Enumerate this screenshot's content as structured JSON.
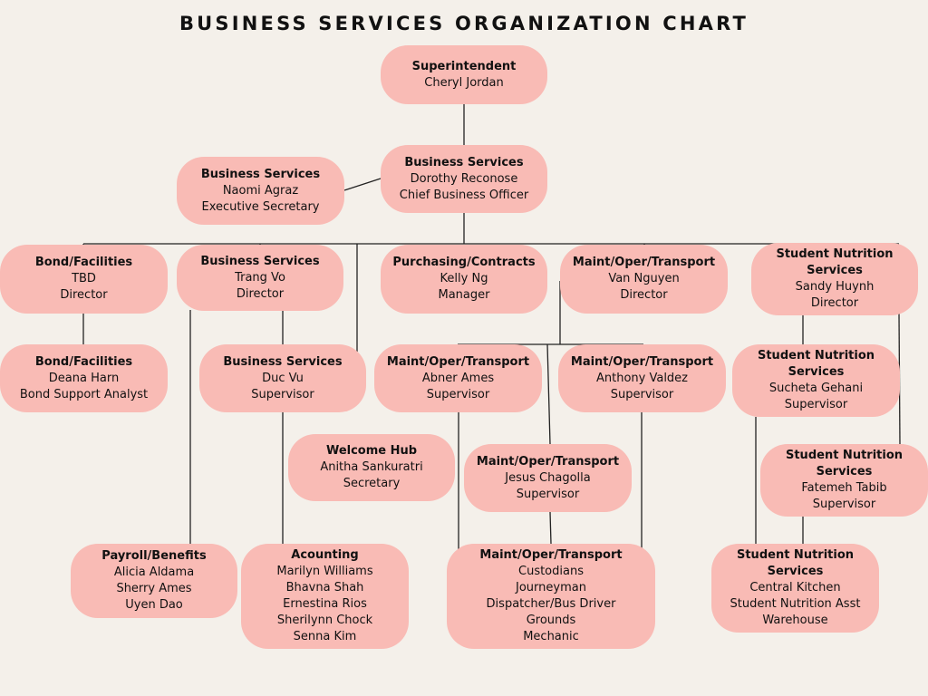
{
  "title": "BUSINESS SERVICES ORGANIZATION CHART",
  "colors": {
    "node_fill": "#f9bbb5",
    "background": "#f4f0ea",
    "line": "#222222"
  },
  "nodes": {
    "superintendent": {
      "title": "Superintendent",
      "lines": [
        "Cheryl Jordan"
      ]
    },
    "cbo": {
      "title": "Business Services",
      "lines": [
        "Dorothy Reconose",
        "Chief Business Officer"
      ]
    },
    "exec_sec": {
      "title": "Business Services",
      "lines": [
        "Naomi Agraz",
        "Executive Secretary"
      ]
    },
    "bond_dir": {
      "title": "Bond/Facilities",
      "lines": [
        "TBD",
        "Director"
      ]
    },
    "bs_dir": {
      "title": "Business Services",
      "lines": [
        "Trang Vo",
        "Director"
      ]
    },
    "purchasing": {
      "title": "Purchasing/Contracts",
      "lines": [
        "Kelly Ng",
        "Manager"
      ]
    },
    "mot_dir": {
      "title": "Maint/Oper/Transport",
      "lines": [
        "Van Nguyen",
        "Director"
      ]
    },
    "sns_dir": {
      "title": "Student Nutrition Services",
      "lines": [
        "Sandy Huynh",
        "Director"
      ]
    },
    "bond_analyst": {
      "title": "Bond/Facilities",
      "lines": [
        "Deana Harn",
        "Bond Support Analyst"
      ]
    },
    "bs_sup": {
      "title": "Business Services",
      "lines": [
        "Duc Vu",
        "Supervisor"
      ]
    },
    "mot_abner": {
      "title": "Maint/Oper/Transport",
      "lines": [
        "Abner Ames",
        "Supervisor"
      ]
    },
    "mot_anthony": {
      "title": "Maint/Oper/Transport",
      "lines": [
        "Anthony Valdez",
        "Supervisor"
      ]
    },
    "sns_sucheta": {
      "title": "Student Nutrition Services",
      "lines": [
        "Sucheta Gehani",
        "Supervisor"
      ]
    },
    "welcome_hub": {
      "title": "Welcome Hub",
      "lines": [
        "Anitha Sankuratri",
        "Secretary"
      ]
    },
    "mot_jesus": {
      "title": "Maint/Oper/Transport",
      "lines": [
        "Jesus Chagolla",
        "Supervisor"
      ]
    },
    "sns_fatemeh": {
      "title": "Student Nutrition Services",
      "lines": [
        "Fatemeh Tabib",
        "Supervisor"
      ]
    },
    "payroll": {
      "title": "Payroll/Benefits",
      "lines": [
        "Alicia Aldama",
        "Sherry Ames",
        "Uyen Dao"
      ]
    },
    "accounting": {
      "title": "Acounting",
      "lines": [
        "Marilyn Williams",
        "Bhavna Shah",
        "Ernestina Rios",
        "Sherilynn Chock",
        "Senna Kim"
      ]
    },
    "mot_staff": {
      "title": "Maint/Oper/Transport",
      "lines": [
        "Custodians",
        "Journeyman",
        "Dispatcher/Bus Driver",
        "Grounds",
        "Mechanic"
      ]
    },
    "sns_staff": {
      "title": "Student Nutrition Services",
      "lines": [
        "Central Kitchen",
        "Student Nutrition Asst",
        "Warehouse"
      ]
    }
  }
}
